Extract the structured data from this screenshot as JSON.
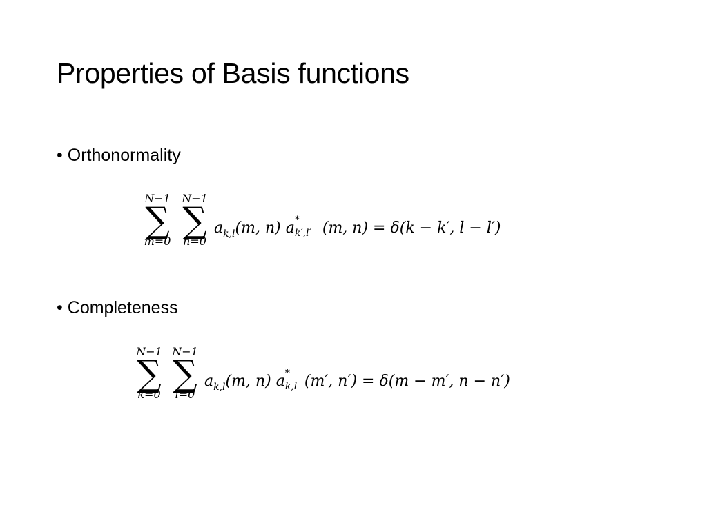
{
  "slide": {
    "title": "Properties of Basis functions",
    "bullets": [
      {
        "label": "Orthonormality",
        "equation": {
          "sum1": {
            "upper": "N−1",
            "lower": "m=0"
          },
          "sum2": {
            "upper": "N−1",
            "lower": "n=0"
          },
          "term1_base": "a",
          "term1_sub": "k,l",
          "term1_args": "(m, n)",
          "term2_base": "a",
          "term2_sup": "*",
          "term2_sub": "k′,l′",
          "term2_args": "(m, n)",
          "equals": "=",
          "rhs": "δ(k − k′, l − l′)",
          "latex": "\\sum_{m=0}^{N-1}\\sum_{n=0}^{N-1} a_{k,l}(m,n)\\, a^*_{k',l'}(m,n) = \\delta(k-k', l-l')"
        }
      },
      {
        "label": "Completeness",
        "equation": {
          "sum1": {
            "upper": "N−1",
            "lower": "k=0"
          },
          "sum2": {
            "upper": "N−1",
            "lower": "l=0"
          },
          "term1_base": "a",
          "term1_sub": "k,l",
          "term1_args": "(m, n)",
          "term2_base": "a",
          "term2_sup": "*",
          "term2_sub": "k,l",
          "term2_args": "(m′, n′)",
          "equals": "=",
          "rhs": "δ(m − m′, n − n′)",
          "latex": "\\sum_{k=0}^{N-1}\\sum_{l=0}^{N-1} a_{k,l}(m,n)\\, a^*_{k,l}(m',n') = \\delta(m-m', n-n')"
        }
      }
    ],
    "bullet_glyph": "•"
  }
}
